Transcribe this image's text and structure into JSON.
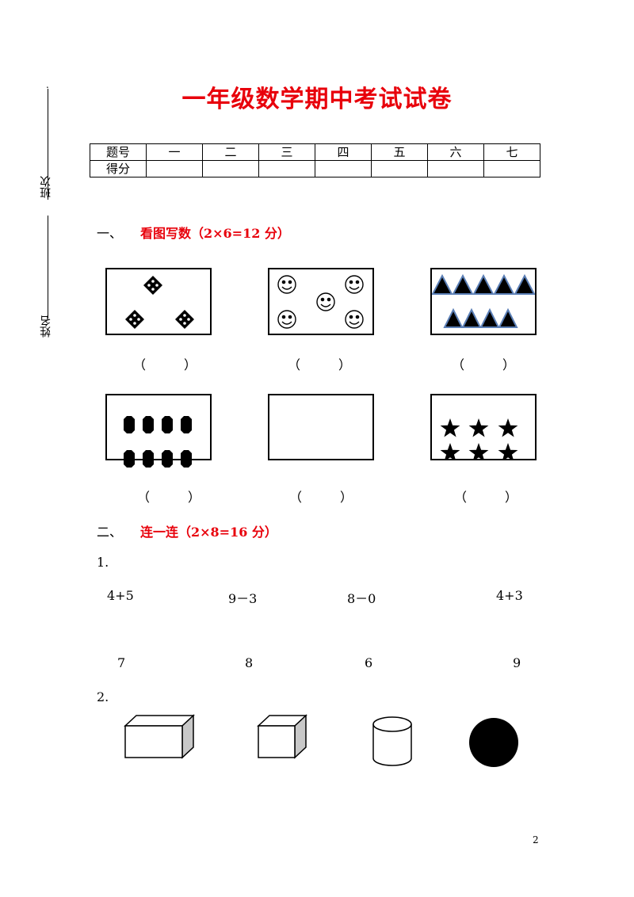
{
  "header": {
    "title": "一年级数学期中考试试卷",
    "margin_dot": ".",
    "class_label": "班次",
    "name_label": "姓名"
  },
  "score_table": {
    "row1": [
      "题号",
      "一",
      "二",
      "三",
      "四",
      "五",
      "六",
      "七"
    ],
    "row2": [
      "得分",
      "",
      "",
      "",
      "",
      "",
      "",
      ""
    ]
  },
  "section1": {
    "number": "一、",
    "heading": "看图写数（2×6=12 分）",
    "answer_blank": "（　　　）"
  },
  "section2": {
    "number": "二、",
    "heading": "连一连（2×8=16 分）",
    "q1_label": "1.",
    "expressions": [
      "4+5",
      "9－3",
      "8－0",
      "4+3"
    ],
    "answers": [
      "7",
      "8",
      "6",
      "9"
    ],
    "q2_label": "2."
  },
  "footer": {
    "page_number": "2"
  },
  "icons": {
    "diamond": "diamond-dotted-icon",
    "smiley": "smiley-face-icon",
    "triangle": "triangle-icon",
    "octagon": "octagon-icon",
    "star": "star-icon",
    "cuboid": "cuboid-shape",
    "cube": "cube-shape",
    "cylinder": "cylinder-shape",
    "sphere": "sphere-shape"
  },
  "colors": {
    "heading_red": "#e8000b",
    "triangle_blue": "#5b7fb6"
  }
}
